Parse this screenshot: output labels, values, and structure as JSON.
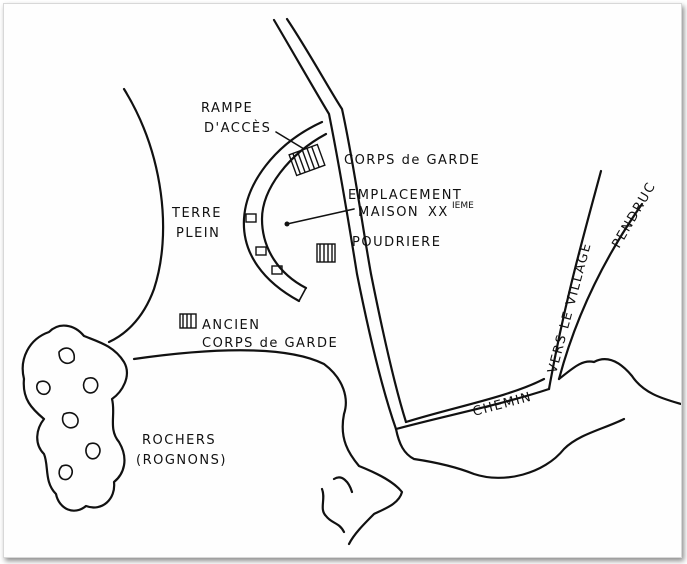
{
  "map": {
    "labels": {
      "rampe_line1": "RAMPE",
      "rampe_line2": "D'ACCÈS",
      "corps_de_garde": "CORPS de GARDE",
      "emplacement": "EMPLACEMENT",
      "maison": "MAISON",
      "xxieme": "XX",
      "ieme_superscript": "IEME",
      "terre": "TERRE",
      "plein": "PLEIN",
      "poudriere": "POUDRIERE",
      "ancien": "ANCIEN",
      "ancien_corps": "CORPS de GARDE",
      "rochers": "ROCHERS",
      "rognons": "(ROGNONS)",
      "chemin": "CHEMIN",
      "vers_le_village": "VERS LE VILLAGE",
      "pendruc": "PENDRUC"
    },
    "colors": {
      "ink": "#111111",
      "paper": "#fefefe"
    },
    "icons": {
      "corps_de_garde": "hatched-building-icon",
      "poudriere": "hatched-building-icon",
      "ancien_corps_de_garde": "hatched-building-icon"
    }
  }
}
